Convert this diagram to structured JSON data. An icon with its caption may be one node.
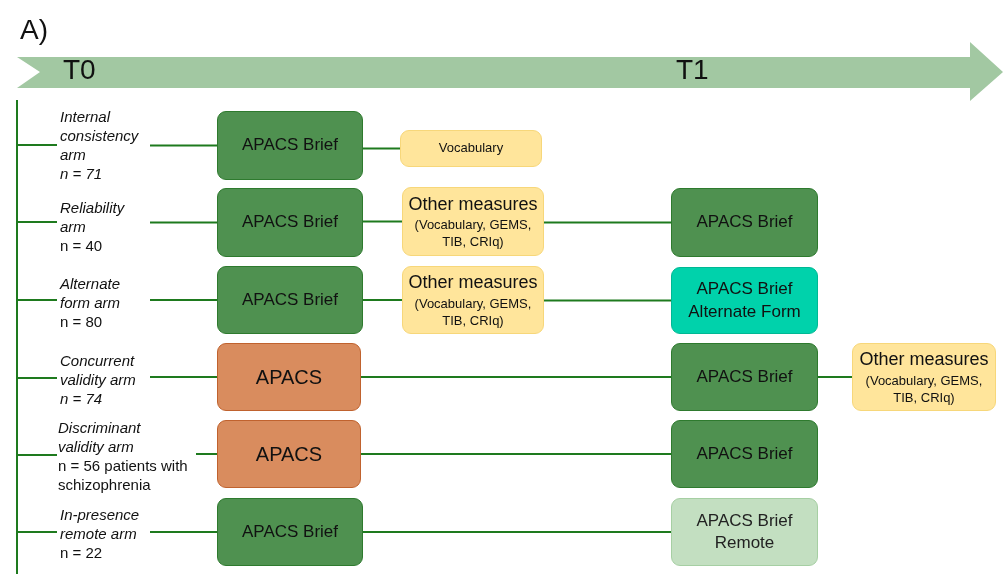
{
  "diagram": {
    "nodes": [
      {
        "text": [
          "Internal consistency arm",
          "*n = 71*"
        ]
      },
      {
        "text": [
          "APACS Brief"
        ]
      },
      {
        "text": [
          "Vocabulary"
        ]
      },
      {
        "text": [
          "Reliability arm",
          "n = 40"
        ]
      },
      {
        "text": [
          "APACS Brief"
        ]
      },
      {
        "text": [
          "Other measures",
          "(Vocabulary, GEMS, TIB, CRIq)"
        ]
      },
      {
        "text": [
          "APACS Brief"
        ]
      },
      {
        "text": [
          "Alternate form arm",
          "n = 80"
        ]
      },
      {
        "text": [
          "APACS Brief"
        ]
      },
      {
        "text": [
          "Other measures",
          "(Vocabulary, GEMS, TIB, CRIq)"
        ]
      },
      {
        "text": [
          "APACS Brief Alternate Form"
        ]
      },
      {
        "text": [
          "Concurrent validity arm",
          "*n = 74*"
        ]
      },
      {
        "text": [
          "APACS"
        ]
      },
      {
        "text": [
          "APACS Brief"
        ]
      },
      {
        "text": [
          "Other measures",
          "(Vocabulary, GEMS, TIB, CRIq)"
        ]
      },
      {
        "text": [
          "Discriminant validity arm",
          "n = 56 patients with schizophrenia"
        ]
      },
      {
        "text": [
          "APACS"
        ]
      },
      {
        "text": [
          "APACS Brief"
        ]
      },
      {
        "text": [
          "In-presence remote arm",
          "n = 22"
        ]
      },
      {
        "text": [
          "APACS Brief"
        ]
      },
      {
        "text": [
          "APACS Brief Remote"
        ]
      }
    ],
    "edges": [
      {
        "from": 0,
        "to": 1,
        "arrow": "none"
      },
      {
        "from": 1,
        "to": 2,
        "arrow": "none"
      },
      {
        "from": 3,
        "to": 4,
        "arrow": "none"
      },
      {
        "from": 4,
        "to": 5,
        "arrow": "none"
      },
      {
        "from": 5,
        "to": 6,
        "arrow": "none"
      },
      {
        "from": 7,
        "to": 8,
        "arrow": "none"
      },
      {
        "from": 8,
        "to": 9,
        "arrow": "none"
      },
      {
        "from": 9,
        "to": 10,
        "arrow": "none"
      },
      {
        "from": 11,
        "to": 12,
        "arrow": "none"
      },
      {
        "from": 12,
        "to": 13,
        "arrow": "none"
      },
      {
        "from": 13,
        "to": 14,
        "arrow": "none"
      },
      {
        "from": 15,
        "to": 16,
        "arrow": "none"
      },
      {
        "from": 16,
        "to": 17,
        "arrow": "none"
      },
      {
        "from": 18,
        "to": 19,
        "arrow": "none"
      },
      {
        "from": 19,
        "to": 20,
        "arrow": "none"
      }
    ],
    "labels": [
      "A)",
      "T0",
      "T1"
    ]
  }
}
